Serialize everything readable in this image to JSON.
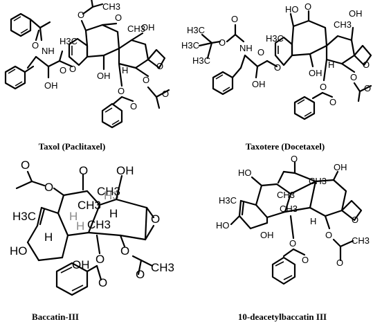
{
  "panels": [
    {
      "caption": "Taxol (Paclitaxel)"
    },
    {
      "caption": "Taxotere (Docetaxel)"
    },
    {
      "caption": "Baccatin-III"
    },
    {
      "caption": "10-deacetylbaccatin III"
    }
  ],
  "atoms": {
    "O": "O",
    "OH": "OH",
    "HO": "HO",
    "NH": "NH",
    "H": "H",
    "CH3": "CH3",
    "H3C": "H3C",
    "H3": "H3"
  }
}
